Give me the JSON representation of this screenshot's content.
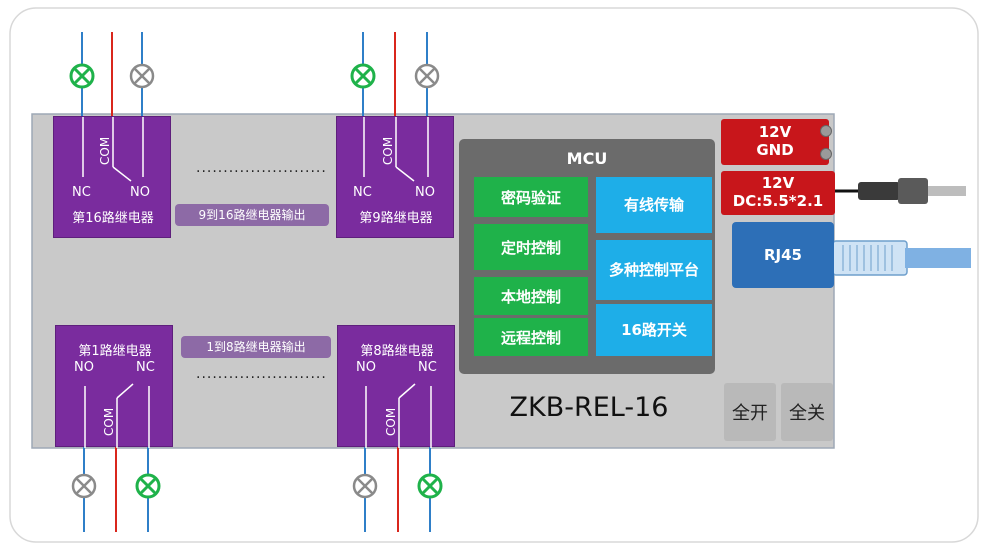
{
  "relays": {
    "r16": {
      "label": "第16路继电器",
      "nc": "NC",
      "no": "NO",
      "com": "COM"
    },
    "r9": {
      "label": "第9路继电器",
      "nc": "NC",
      "no": "NO",
      "com": "COM"
    },
    "r1": {
      "label": "第1路继电器",
      "nc": "NC",
      "no": "NO",
      "com": "COM"
    },
    "r8": {
      "label": "第8路继电器",
      "nc": "NC",
      "no": "NO",
      "com": "COM"
    }
  },
  "groups": {
    "top_label": "9到16路继电器输出",
    "bottom_label": "1到8路继电器输出",
    "ellipsis": "........................"
  },
  "mcu": {
    "title": "MCU",
    "features_left": [
      "密码验证",
      "定时控制",
      "本地控制",
      "远程控制"
    ],
    "features_right": [
      "有线传输",
      "多种控制平台",
      "16路开关"
    ]
  },
  "model": "ZKB-REL-16",
  "power": {
    "gnd_line1": "12V",
    "gnd_line2": "GND",
    "dc_line1": "12V",
    "dc_line2": "DC:5.5*2.1"
  },
  "network": {
    "label": "RJ45"
  },
  "buttons": {
    "all_on": "全开",
    "all_off": "全关"
  },
  "colors": {
    "board": "#c9c9c9",
    "relay": "#7a2c9e",
    "mcu": "#6b6b6b",
    "feature_green": "#1fb24a",
    "feature_blue": "#1eaee8",
    "power_red": "#c8161b",
    "rj45": "#2d6fb7",
    "wire_blue": "#2f7fc8",
    "wire_red": "#d9261c",
    "lamp_on": "#1fb24a",
    "lamp_off": "#8a8a8a"
  }
}
